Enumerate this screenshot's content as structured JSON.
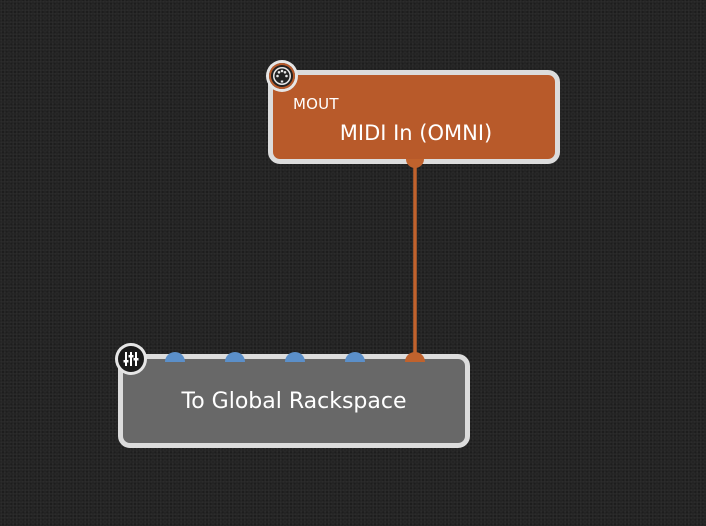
{
  "midi_block": {
    "type_label": "MOUT",
    "title": "MIDI In (OMNI)",
    "icon": "midi-din-icon",
    "color": "#b85a2a"
  },
  "global_block": {
    "title": "To Global Rackspace",
    "icon": "sliders-icon",
    "color": "#686868",
    "input_ports": [
      {
        "kind": "audio",
        "color": "#5b8fc9"
      },
      {
        "kind": "audio",
        "color": "#5b8fc9"
      },
      {
        "kind": "audio",
        "color": "#5b8fc9"
      },
      {
        "kind": "audio",
        "color": "#5b8fc9"
      },
      {
        "kind": "midi",
        "color": "#c0622d"
      }
    ]
  },
  "connection": {
    "from": "MIDI In (OMNI)",
    "to": "To Global Rackspace",
    "color": "#c0622d"
  }
}
